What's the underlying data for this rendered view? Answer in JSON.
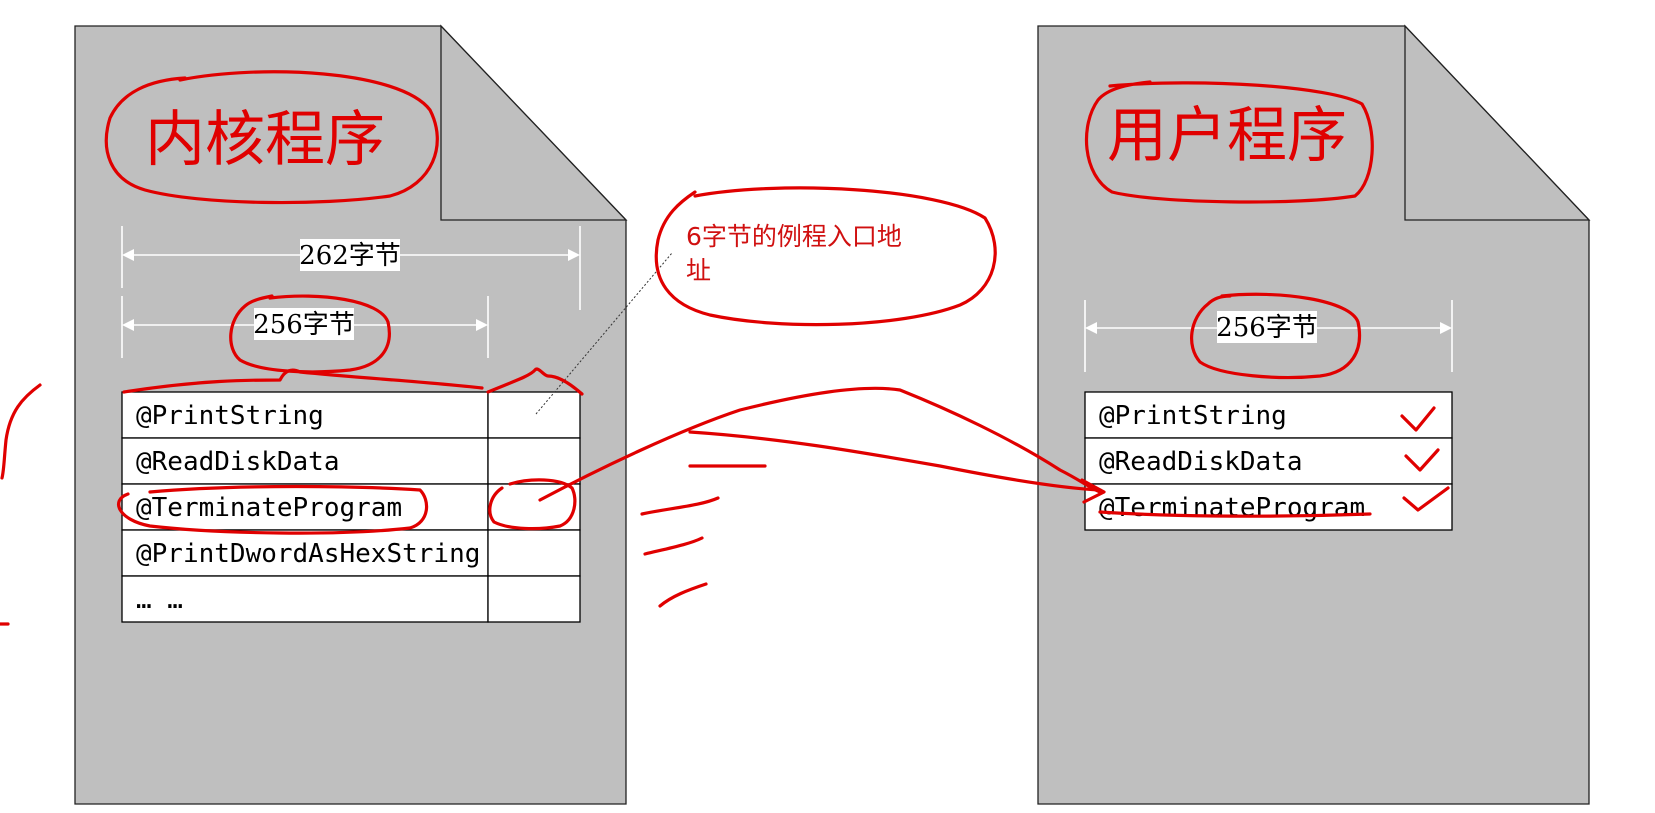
{
  "kernel": {
    "title": "内核程序",
    "dim_total": "262字节",
    "dim_names": "256字节",
    "rows": [
      "@PrintString",
      "@ReadDiskData",
      "@TerminateProgram",
      "@PrintDwordAsHexString",
      "… …"
    ]
  },
  "callout": {
    "line1": "6字节的例程入口地",
    "line2": "址"
  },
  "user": {
    "title": "用户程序",
    "dim_names": "256字节",
    "rows": [
      "@PrintString",
      "@ReadDiskData",
      "@TerminateProgram"
    ]
  },
  "colors": {
    "page": "#bfbfbf",
    "annotation": "#e00000"
  }
}
